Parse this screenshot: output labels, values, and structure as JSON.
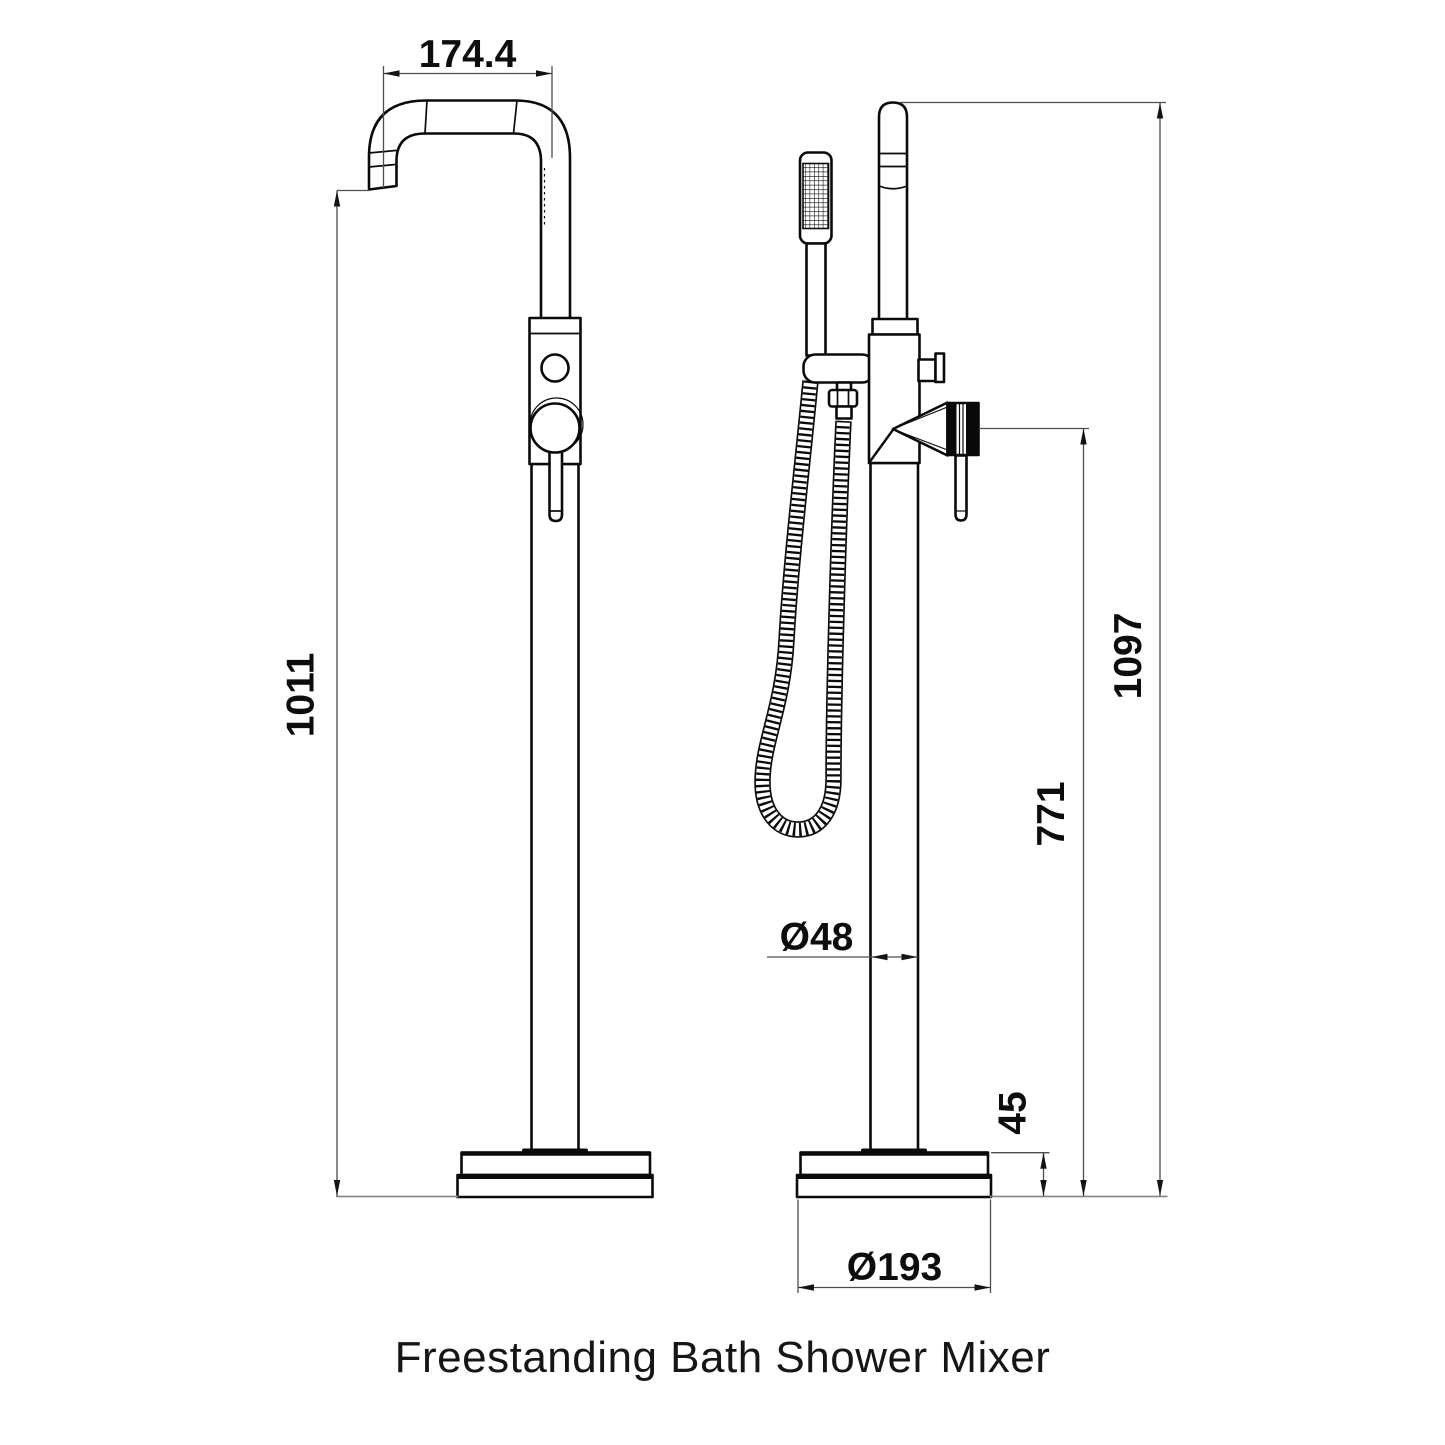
{
  "drawing": {
    "caption": "Freestanding Bath Shower Mixer",
    "dimensions": {
      "spout_reach": "174.4",
      "spout_height": "1011",
      "overall_height": "1097",
      "handle_height": "771",
      "column_diameter": "Ø48",
      "base_height": "45",
      "base_diameter": "Ø193"
    },
    "colors": {
      "background": "#ffffff",
      "outline": "#0a0a0a",
      "dimension_line": "#4d4d4d",
      "ground_line": "#8c8c8c",
      "text": "#0d0d0d"
    }
  }
}
